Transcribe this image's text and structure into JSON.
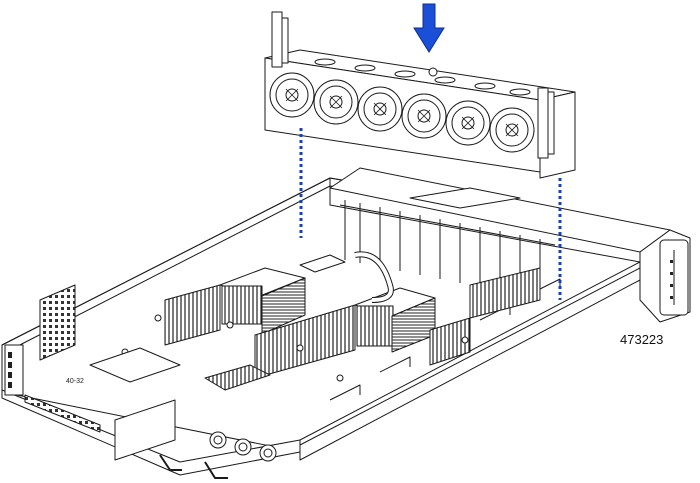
{
  "figure": {
    "id_label": "473223",
    "inline_tag": "40-32",
    "fan_count": 6,
    "colors": {
      "line": "#1a1a1a",
      "arrow": "#1b4fd8",
      "guide": "#1b3fb5",
      "background": "#ffffff"
    },
    "icons": [
      "down-arrow-icon"
    ]
  }
}
